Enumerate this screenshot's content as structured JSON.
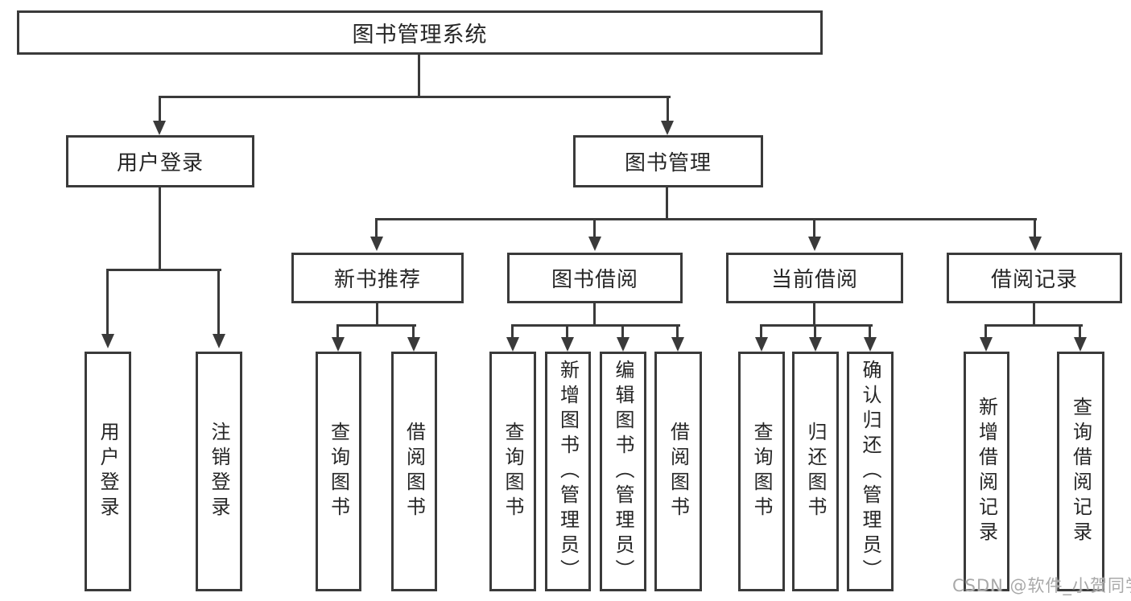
{
  "diagram_title": "图书管理系统",
  "watermark": "CSDN @软件_小贺同学",
  "colors": {
    "line": "#3a3a3a",
    "box_border": "#3a3a3a",
    "box_fill": "#ffffff",
    "text": "#262626",
    "background": "#ffffff",
    "watermark": "#a9a9a9"
  },
  "tree": {
    "label": "图书管理系统",
    "children": [
      {
        "label": "用户登录",
        "children": [
          {
            "label": "用户登录"
          },
          {
            "label": "注销登录"
          }
        ]
      },
      {
        "label": "图书管理",
        "children": [
          {
            "label": "新书推荐",
            "children": [
              {
                "label": "查询图书"
              },
              {
                "label": "借阅图书"
              }
            ]
          },
          {
            "label": "图书借阅",
            "children": [
              {
                "label": "查询图书"
              },
              {
                "label": "新增图书（管理员）"
              },
              {
                "label": "编辑图书（管理员）"
              },
              {
                "label": "借阅图书"
              }
            ]
          },
          {
            "label": "当前借阅",
            "children": [
              {
                "label": "查询图书"
              },
              {
                "label": "归还图书"
              },
              {
                "label": "确认归还（管理员）"
              }
            ]
          },
          {
            "label": "借阅记录",
            "children": [
              {
                "label": "新增借阅记录"
              },
              {
                "label": "查询借阅记录"
              }
            ]
          }
        ]
      }
    ]
  }
}
